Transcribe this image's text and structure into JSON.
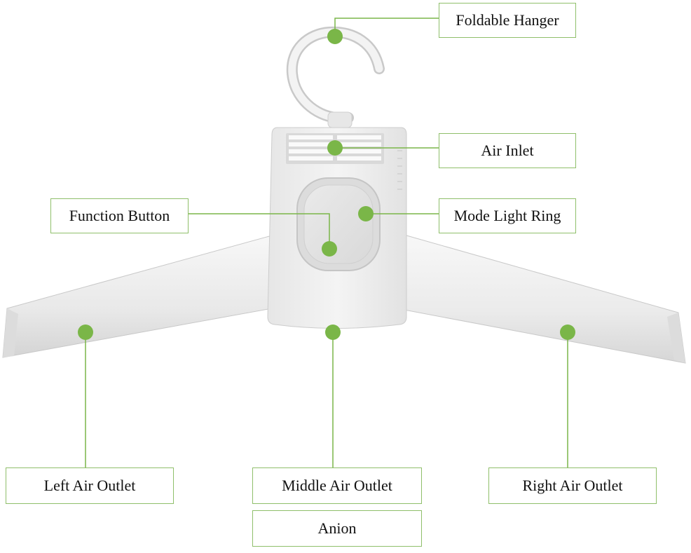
{
  "labels": {
    "foldable_hanger": "Foldable Hanger",
    "air_inlet": "Air Inlet",
    "mode_light_ring": "Mode Light Ring",
    "function_button": "Function Button",
    "left_air_outlet": "Left Air Outlet",
    "middle_air_outlet": "Middle Air Outlet",
    "right_air_outlet": "Right Air Outlet",
    "anion": "Anion"
  },
  "colors": {
    "accent_green": "#7ab648",
    "box_border": "#8fbf6a",
    "hanger_body": "#eeeeee",
    "hanger_shadow": "#cfcfcf"
  }
}
